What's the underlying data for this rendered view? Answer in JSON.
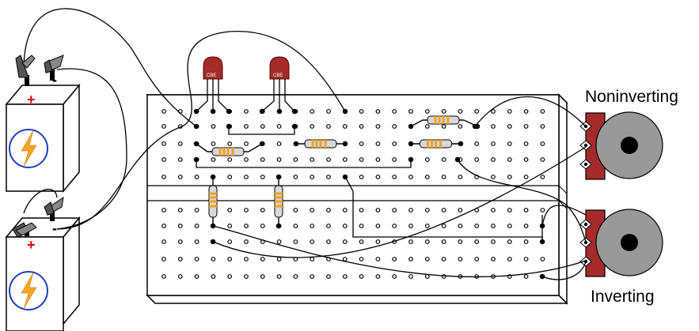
{
  "labels": {
    "noninverting": "Noninverting",
    "inverting": "Inverting"
  },
  "battery_polarity": {
    "positive": "+",
    "negative": "-"
  },
  "transistor_pinout": "CBE",
  "colors": {
    "transistor_body": "#a52a2a",
    "resistor_band": "#f0a020",
    "battery_icon_ring": "#1f3fbf",
    "battery_bolt": "#f5a623",
    "speaker_mount": "#a52a2a",
    "speaker_cone": "#999999",
    "plus_sign": "#e00000"
  },
  "icons": [
    "battery-icon",
    "lightning-bolt-icon",
    "alligator-clip-icon",
    "transistor-icon",
    "resistor-icon",
    "speaker-icon"
  ]
}
